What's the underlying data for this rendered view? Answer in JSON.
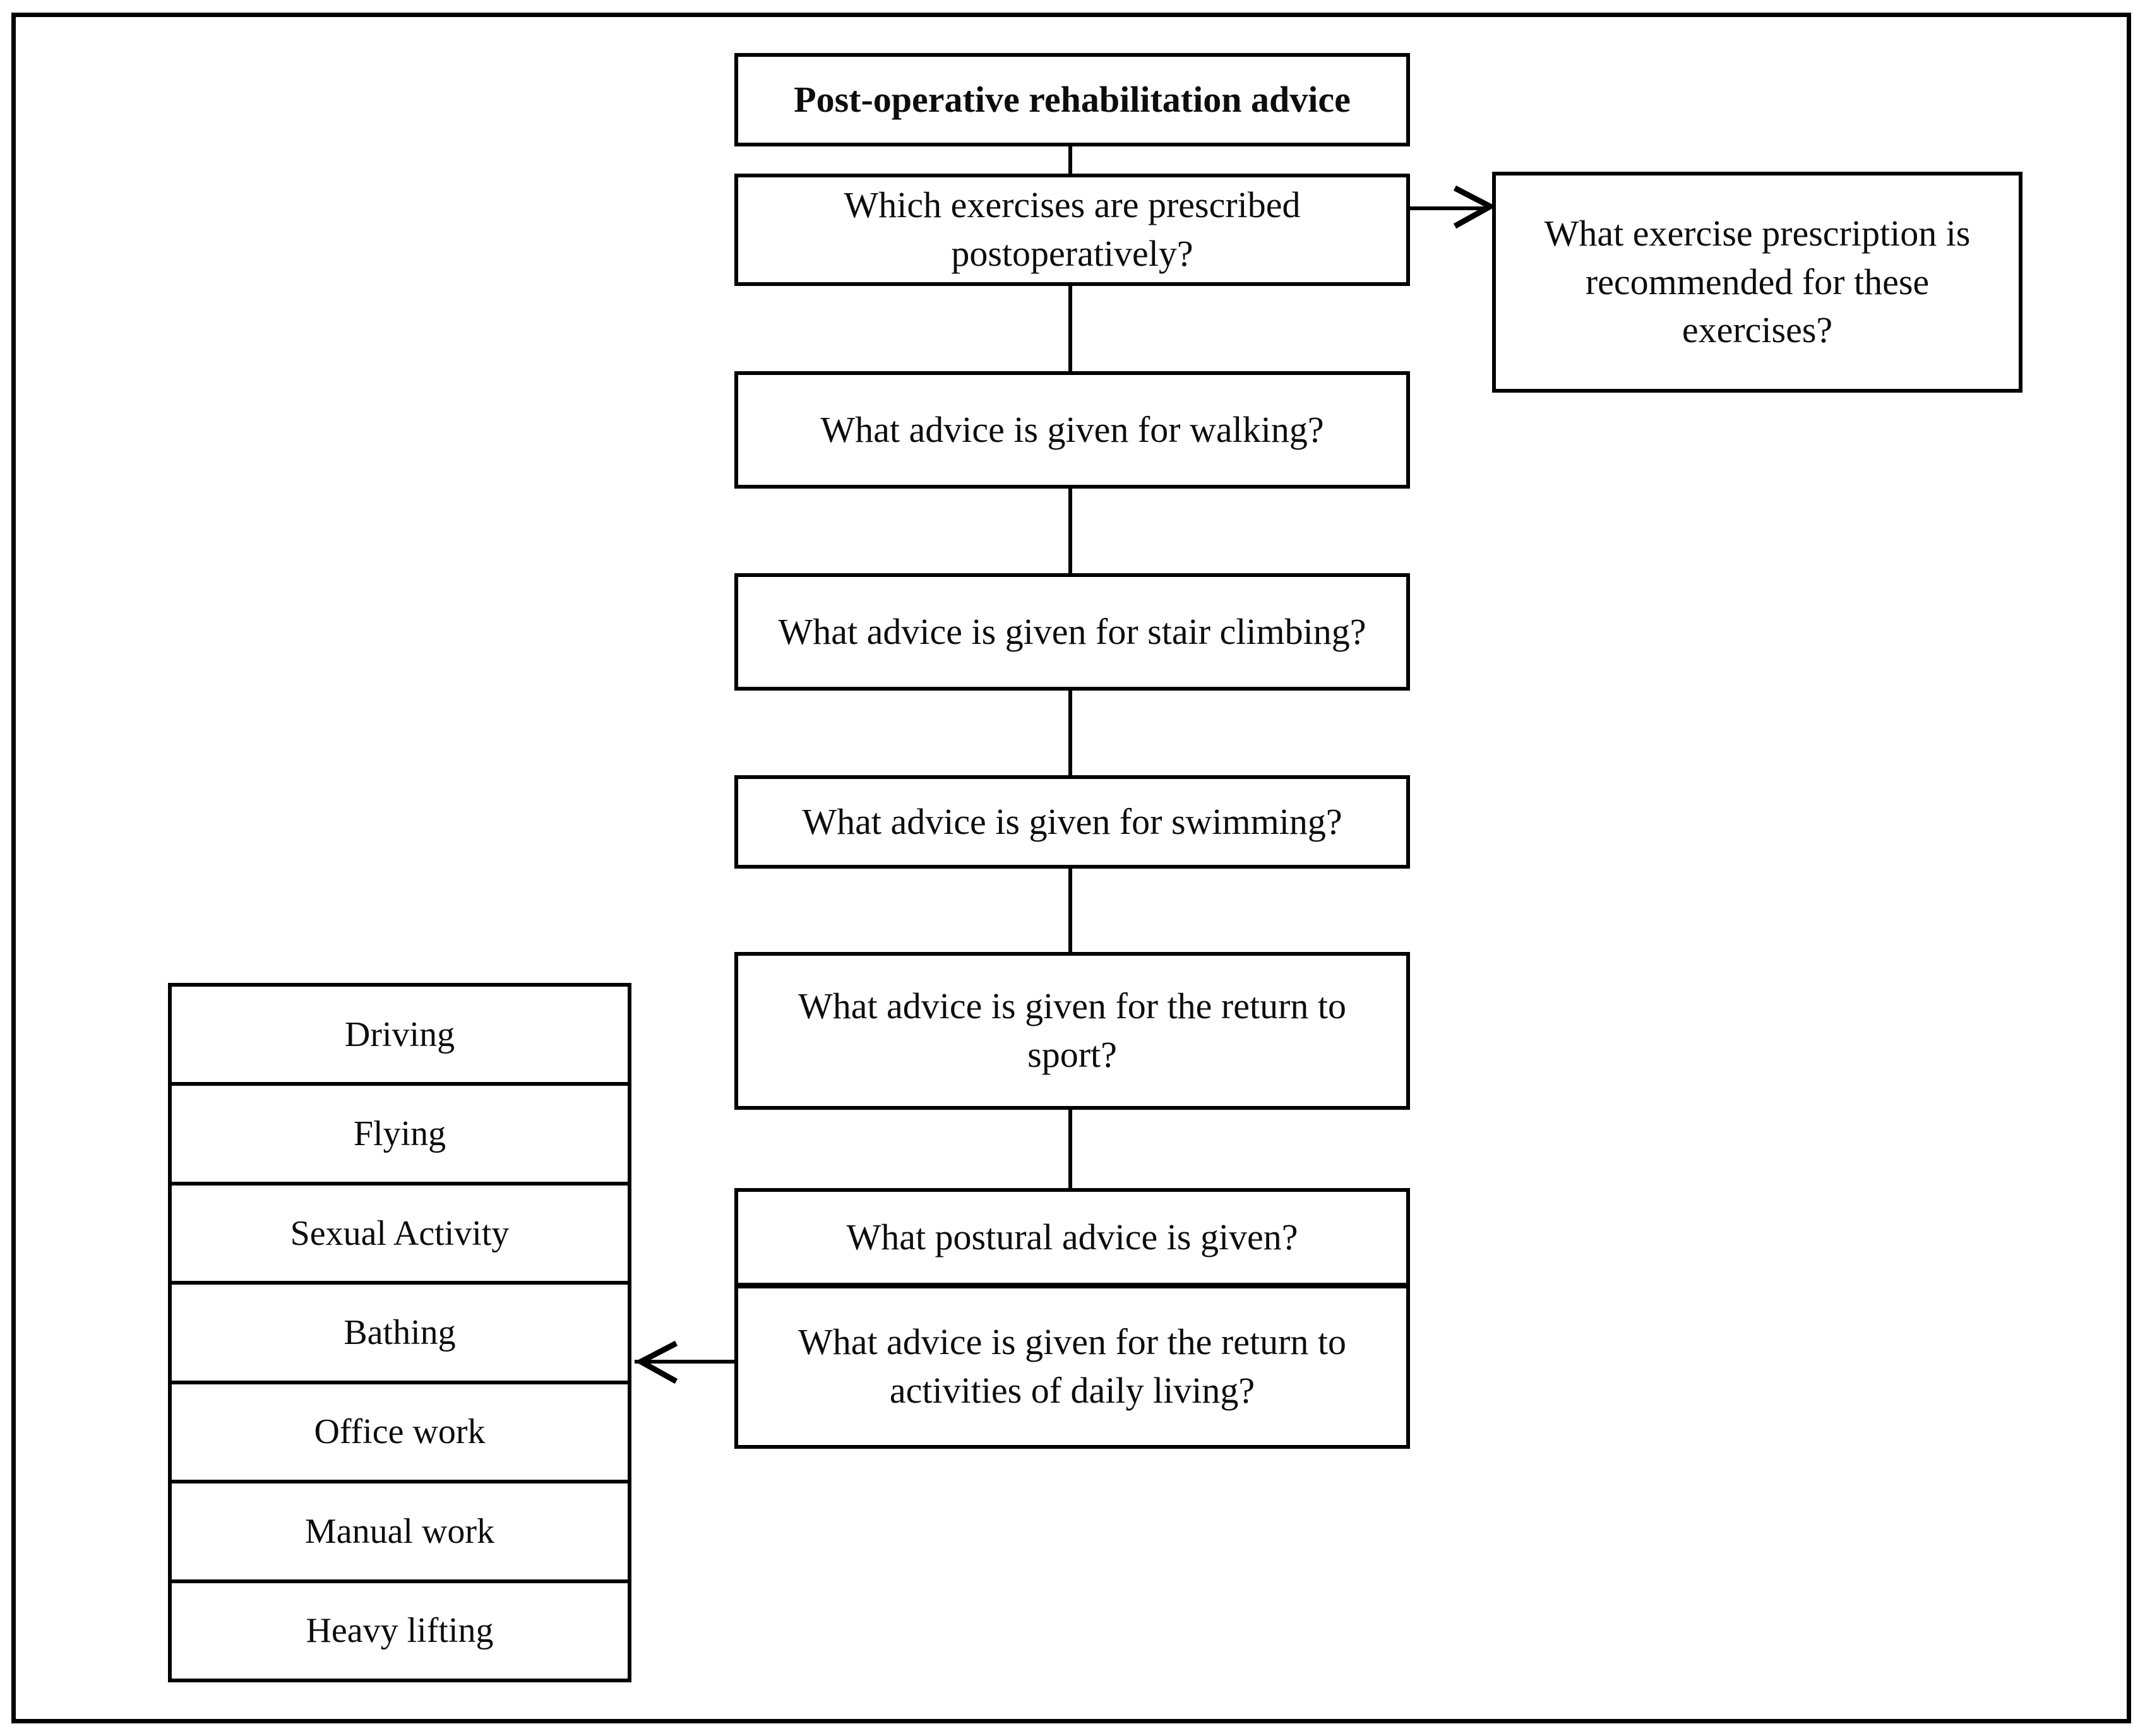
{
  "figure": {
    "title": "Post-operative rehabilitation advice",
    "kind": "flowchart"
  },
  "nodes": {
    "root": "Post-operative rehabilitation advice",
    "exercises": "Which exercises are prescribed postoperatively?",
    "prescription": "What exercise prescription is recommended for these exercises?",
    "walking": "What advice is given for walking?",
    "stairs": "What advice is given for stair climbing?",
    "swimming": "What advice is given for swimming?",
    "sport": "What advice is given for the return to sport?",
    "postural": "What postural advice is given?",
    "adl": "What advice is given for the return to activities of daily living?"
  },
  "activity_list": {
    "items": [
      "Driving",
      "Flying",
      "Sexual Activity",
      "Bathing",
      "Office work",
      "Manual work",
      "Heavy lifting"
    ]
  },
  "connectors": [
    {
      "name": "root-to-exercises",
      "type": "line",
      "direction": "down"
    },
    {
      "name": "exercises-to-prescription",
      "type": "arrow",
      "direction": "right"
    },
    {
      "name": "exercises-to-walking",
      "type": "line",
      "direction": "down"
    },
    {
      "name": "walking-to-stairs",
      "type": "line",
      "direction": "down"
    },
    {
      "name": "stairs-to-swimming",
      "type": "line",
      "direction": "down"
    },
    {
      "name": "swimming-to-sport",
      "type": "line",
      "direction": "down"
    },
    {
      "name": "sport-to-postural",
      "type": "line",
      "direction": "down"
    },
    {
      "name": "postural-to-adl",
      "type": "arrow",
      "direction": "down"
    },
    {
      "name": "adl-to-activity-list",
      "type": "arrow",
      "direction": "left"
    }
  ],
  "colors": {
    "stroke": "#000000",
    "background": "#ffffff",
    "text": "#0d0d0d"
  }
}
